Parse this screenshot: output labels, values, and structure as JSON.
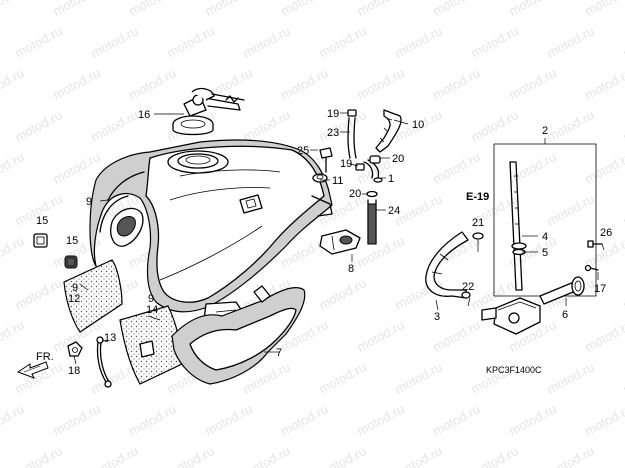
{
  "watermark": "motod.ru",
  "reference": "E-19",
  "direction": "FR.",
  "diagram_code": "KPC3F1400C",
  "part_labels": {
    "p1": "1",
    "p2": "2",
    "p3": "3",
    "p4": "4",
    "p5": "5",
    "p6": "6",
    "p7": "7",
    "p8": "8",
    "p9a": "9",
    "p9b": "9",
    "p9c": "9",
    "p10": "10",
    "p11": "11",
    "p12": "12",
    "p13": "13",
    "p14": "14",
    "p15a": "15",
    "p15b": "15",
    "p16": "16",
    "p17": "17",
    "p18": "18",
    "p19a": "19",
    "p19b": "19",
    "p20a": "20",
    "p20b": "20",
    "p21": "21",
    "p22": "22",
    "p23": "23",
    "p24": "24",
    "p25": "25",
    "p26": "26"
  }
}
